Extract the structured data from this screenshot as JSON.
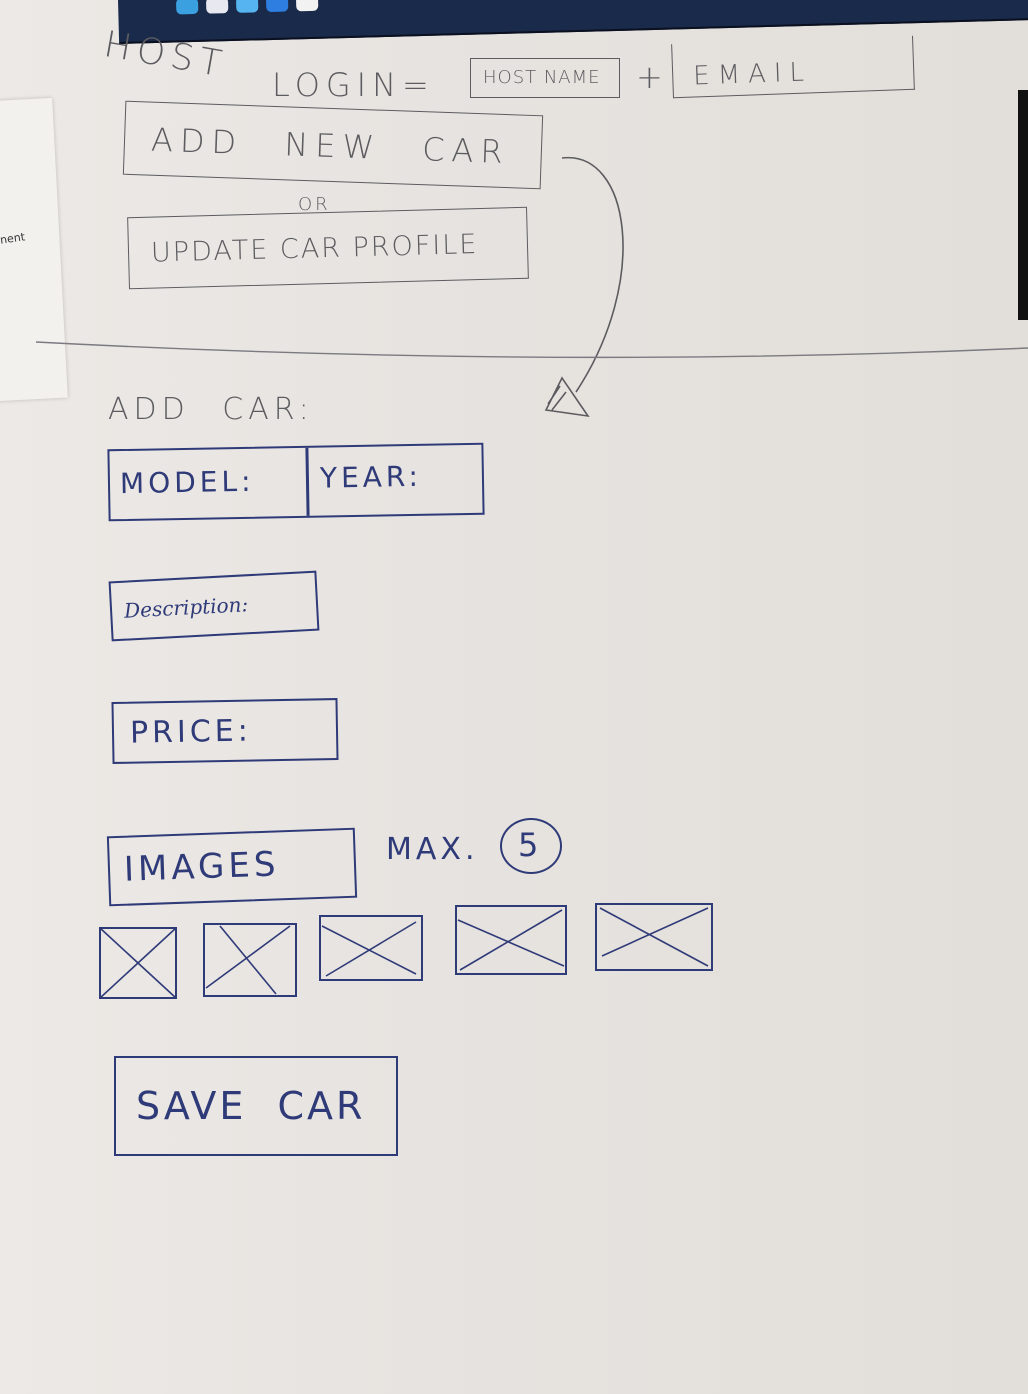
{
  "host_section": {
    "title": "HOST",
    "login_label": "LOGIN=",
    "host_name_field": "HOST NAME",
    "plus": "+",
    "email_field": "EMAIL",
    "add_new_car_button": "ADD NEW CAR",
    "or_text": "OR",
    "update_profile_button": "UPDATE CAR PROFILE"
  },
  "add_car_form": {
    "heading": "ADD CAR:",
    "model_field": "MODEL:",
    "year_field": "YEAR:",
    "description_field": "Description:",
    "price_field": "PRICE:",
    "images_button": "IMAGES",
    "max_label": "MAX.",
    "max_images": "5",
    "image_placeholder_icons": [
      "image-placeholder",
      "image-placeholder",
      "image-placeholder",
      "image-placeholder",
      "image-placeholder"
    ],
    "save_button": "SAVE CAR"
  },
  "margin_note": "nent",
  "colors": {
    "pencil": "#5c5c60",
    "pen": "#2f3a78",
    "paper": "#e9e6e3"
  }
}
